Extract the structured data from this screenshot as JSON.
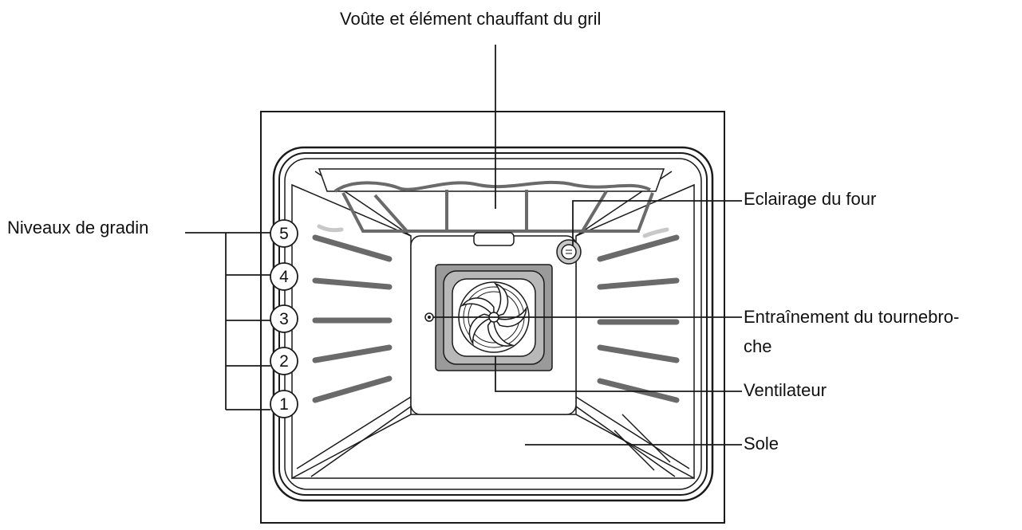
{
  "labels": {
    "top": "Voûte et élément chauffant du gril",
    "levels": "Niveaux de gradin",
    "light": "Eclairage du four",
    "spit_line1": "Entraînement du tournebro-",
    "spit_line2": "che",
    "fan": "Ventilateur",
    "floor": "Sole"
  },
  "levels": [
    "5",
    "4",
    "3",
    "2",
    "1"
  ],
  "colors": {
    "line": "#1a1a1a",
    "rack": "#6a6a6a",
    "panel": "#d9d9d9",
    "fan_outer": "#9a9a9a",
    "fan_mid": "#b8b8b8",
    "glass": "#c8c8c8"
  }
}
